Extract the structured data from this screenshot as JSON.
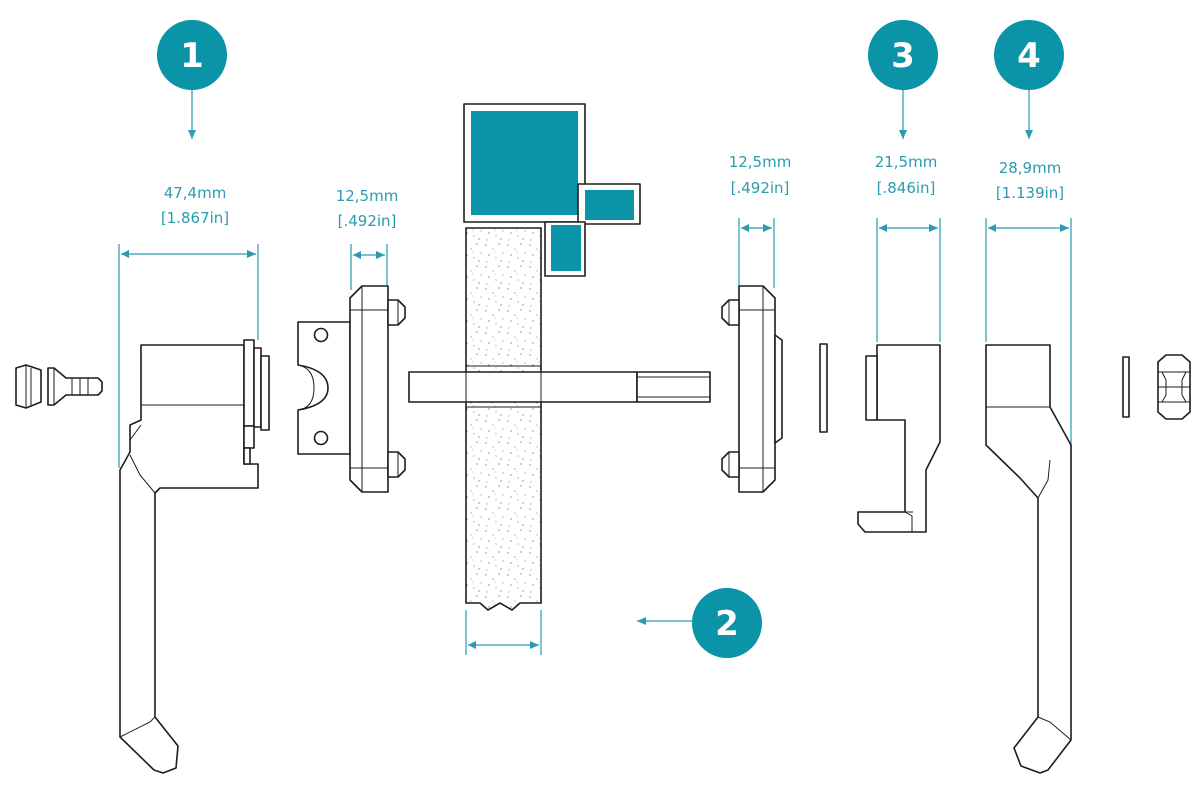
{
  "callouts": {
    "c1": "1",
    "c2": "2",
    "c3": "3",
    "c4": "4"
  },
  "dimensions": {
    "d1_mm": "47,4mm",
    "d1_in": "[1.867in]",
    "d2_mm": "12,5mm",
    "d2_in": "[.492in]",
    "d3_mm": "12,5mm",
    "d3_in": "[.492in]",
    "d4_mm": "21,5mm",
    "d4_in": "[.846in]",
    "d5_mm": "28,9mm",
    "d5_in": "[1.139in]"
  },
  "colors": {
    "accent": "#0b93a8",
    "dimension": "#2a9bb0",
    "line": "#1d1d1b"
  }
}
